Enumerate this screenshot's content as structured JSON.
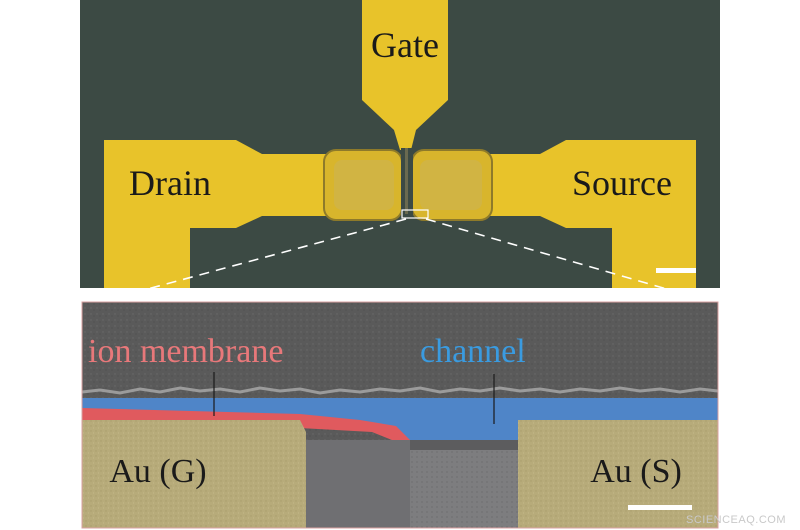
{
  "top_panel": {
    "labels": {
      "gate": "Gate",
      "drain": "Drain",
      "source": "Source"
    }
  },
  "bottom_panel": {
    "labels": {
      "ion_membrane": "ion membrane",
      "channel": "channel",
      "au_gate": "Au (G)",
      "au_source": "Au (S)"
    }
  },
  "colors": {
    "substrate": "#3c4a44",
    "gold": "#e8c32a",
    "membrane_label": "#e8787a",
    "channel_label": "#3a9be0",
    "au_block": "#b9ad7c"
  },
  "watermark": "SCIENCEAQ.COM"
}
